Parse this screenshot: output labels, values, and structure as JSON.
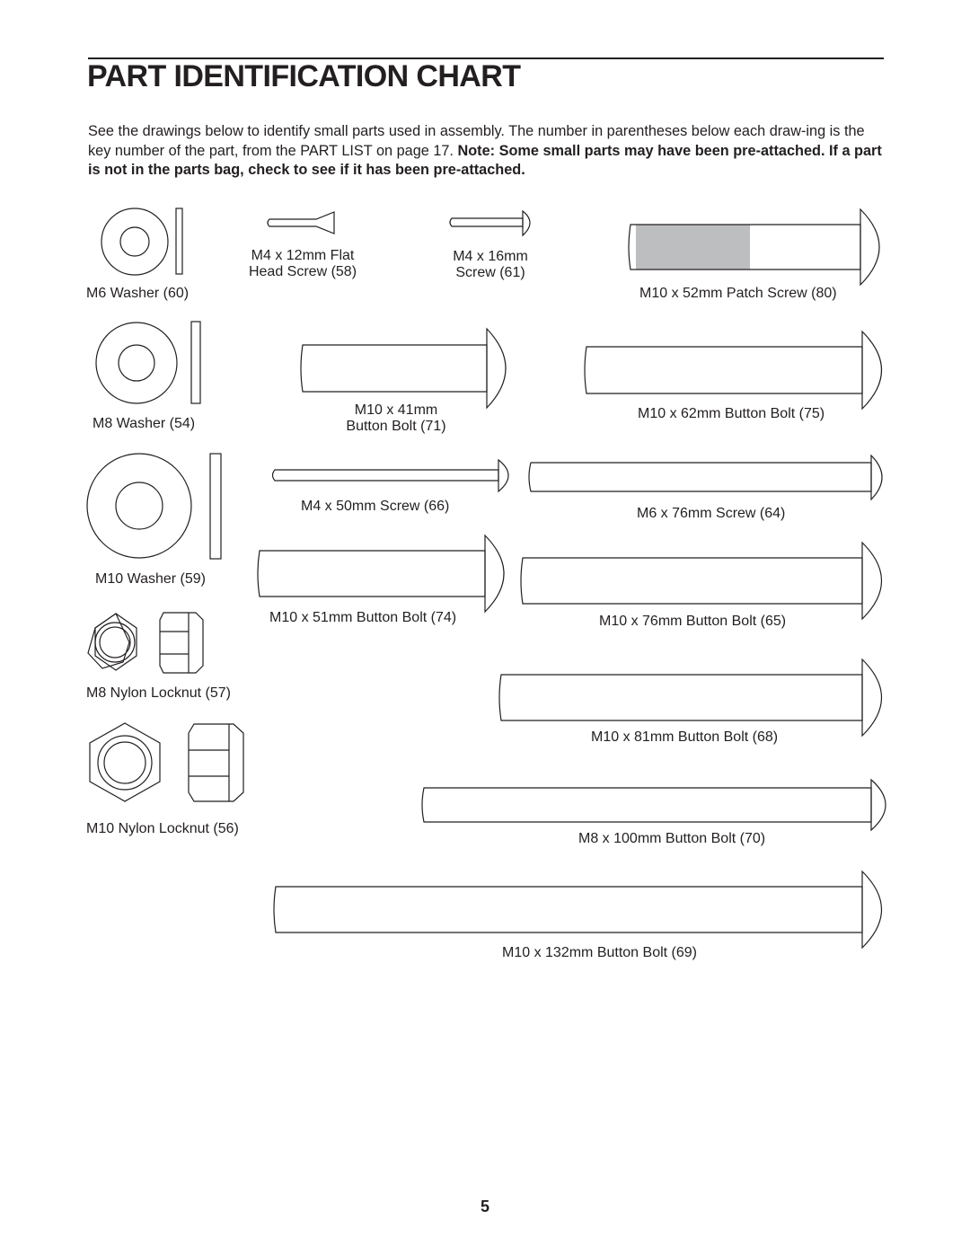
{
  "header": {
    "title": "PART IDENTIFICATION CHART"
  },
  "intro": {
    "text": "See the drawings below to identify small parts used in assembly. The number in parentheses below each draw-ing is the key number of the part, from the PART LIST on page 17. ",
    "bold": "Note: Some small parts may have been pre-attached. If a part is not in the parts bag, check to see if it has been pre-attached."
  },
  "parts": {
    "m6_washer": "M6 Washer (60)",
    "m4_12_flat_l1": "M4 x 12mm Flat",
    "m4_12_flat_l2": "Head Screw (58)",
    "m4_16_l1": "M4 x 16mm",
    "m4_16_l2": "Screw (61)",
    "m10_52_patch": "M10 x 52mm Patch Screw (80)",
    "m8_washer": "M8 Washer (54)",
    "m10_41_l1": "M10 x 41mm",
    "m10_41_l2": "Button Bolt (71)",
    "m10_62": "M10 x 62mm Button Bolt (75)",
    "m4_50": "M4 x 50mm Screw (66)",
    "m6_76": "M6 x 76mm Screw (64)",
    "m10_washer": "M10 Washer (59)",
    "m10_51": "M10 x 51mm Button Bolt (74)",
    "m10_76": "M10 x 76mm Button Bolt (65)",
    "m8_locknut": "M8 Nylon Locknut (57)",
    "m10_81": "M10 x 81mm Button Bolt (68)",
    "m10_locknut": "M10 Nylon Locknut (56)",
    "m8_100": "M8 x 100mm Button Bolt (70)",
    "m10_132": "M10 x 132mm Button Bolt (69)"
  },
  "footer": {
    "page_number": "5"
  }
}
